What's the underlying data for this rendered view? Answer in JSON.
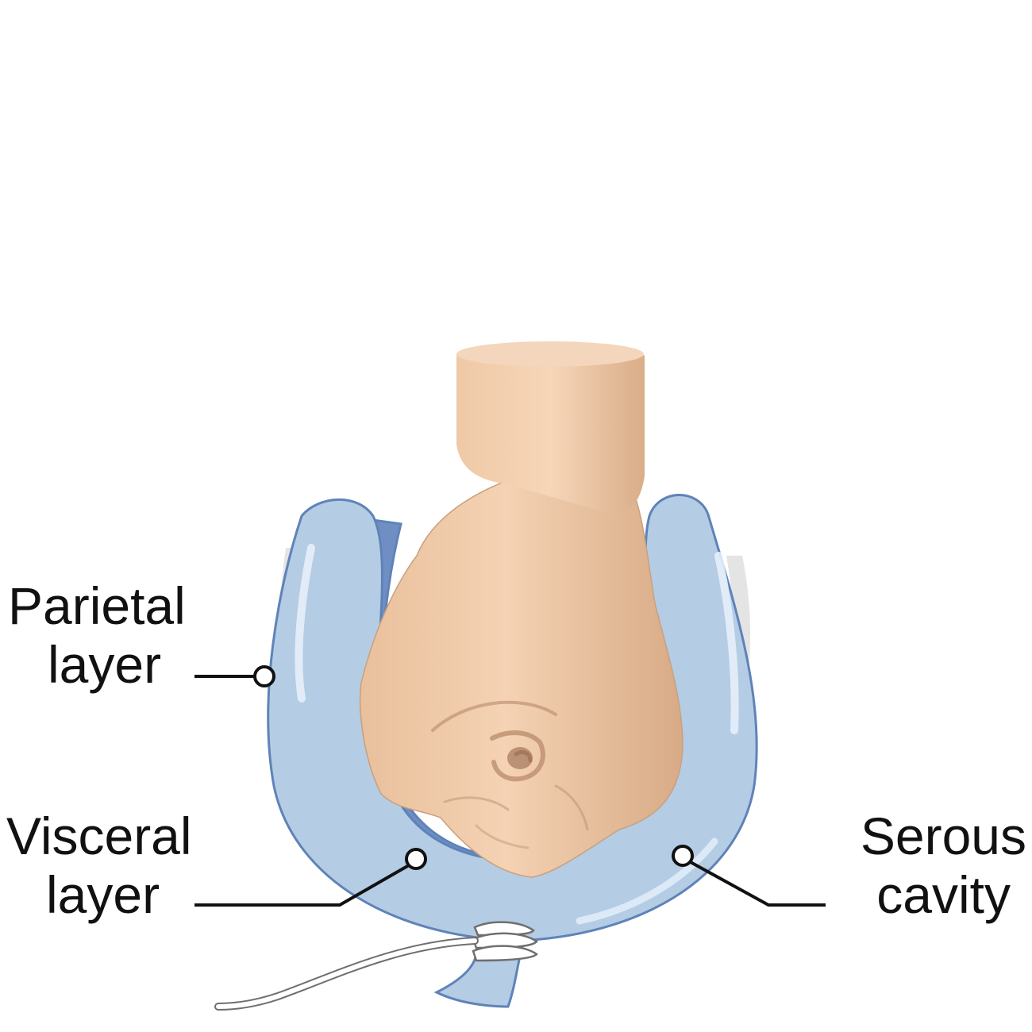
{
  "labels": {
    "parietal": {
      "line1": "Parietal",
      "line2": "layer"
    },
    "visceral": {
      "line1": "Visceral",
      "line2": "layer"
    },
    "serous": {
      "line1": "Serous",
      "line2": "cavity"
    }
  },
  "colors": {
    "balloon_light": "#b4cce4",
    "balloon_dark": "#6f8fc4",
    "balloon_outline": "#5f83b8",
    "fist_skin": "#f1ccaa",
    "fist_shadow": "#d6a882",
    "leader_line": "#111111"
  }
}
